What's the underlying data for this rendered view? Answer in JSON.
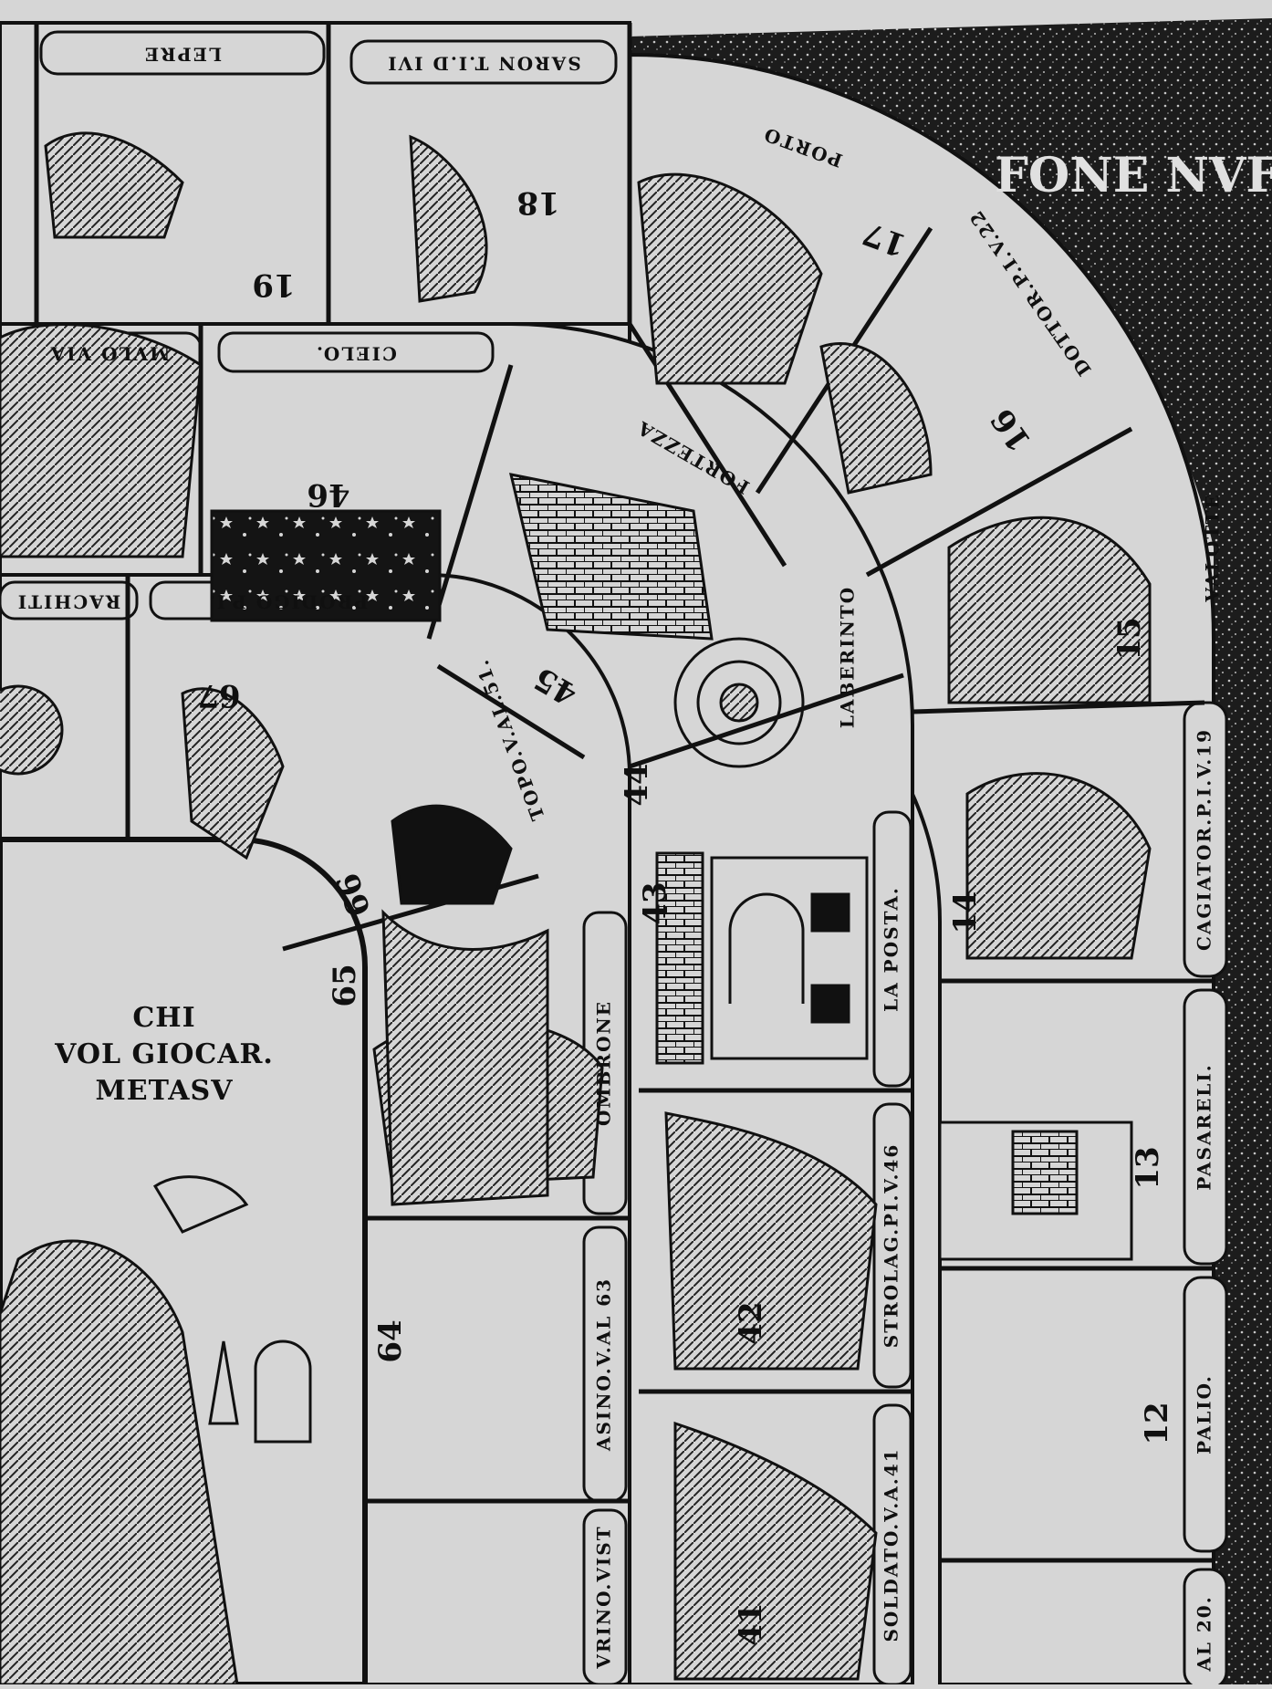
{
  "board": {
    "corner_text": "FONE NVF",
    "inner_text": {
      "line1": "CHI",
      "line2": "VOL GIOCAR.",
      "line3": "METASV"
    }
  },
  "colors": {
    "paper": "#d6d6d6",
    "ink": "#111111"
  },
  "spaces": [
    {
      "id": "lepre",
      "label": "LEPRE",
      "number": ""
    },
    {
      "id": "19",
      "label": "",
      "number": "19"
    },
    {
      "id": "18",
      "label": "SARON T.I.D IVI",
      "number": "18"
    },
    {
      "id": "17",
      "label": "PORTO",
      "number": "17"
    },
    {
      "id": "16",
      "label": "DOTTOR.P.I.V.22",
      "number": "16"
    },
    {
      "id": "15",
      "label": "VALOTTE",
      "number": "15"
    },
    {
      "id": "14",
      "label": "CAGIATOR.P.I.V.19",
      "number": "14"
    },
    {
      "id": "13",
      "label": "PASARELI.",
      "number": "13"
    },
    {
      "id": "12",
      "label": "PALIO.",
      "number": "12"
    },
    {
      "id": "al20",
      "label": "AL 20.",
      "number": ""
    },
    {
      "id": "mulo",
      "label": "MVLO VIA",
      "number": ""
    },
    {
      "id": "cielo",
      "label": "CIELO.",
      "number": "46"
    },
    {
      "id": "fortezza",
      "label": "FORTEZZA",
      "number": "45"
    },
    {
      "id": "labirinto",
      "label": "LABERINTO",
      "number": "44"
    },
    {
      "id": "posta",
      "label": "LA POSTA.",
      "number": "43"
    },
    {
      "id": "astrolago",
      "label": "STROLAG.PI.V.46",
      "number": "42"
    },
    {
      "id": "soldato",
      "label": "SOLDATO.V.A.41",
      "number": "41"
    },
    {
      "id": "rachiti",
      "label": "RACHITI",
      "number": ""
    },
    {
      "id": "prodigo",
      "label": "PRODIGO P.I.",
      "number": "67"
    },
    {
      "id": "topo",
      "label": "TOPO.V.AL.51.",
      "number": "66"
    },
    {
      "id": "ombrone",
      "label": "OMBRONE",
      "number": "65"
    },
    {
      "id": "asino",
      "label": "ASINO.V.AL 63",
      "number": "64"
    },
    {
      "id": "urino",
      "label": "VRINO.VIST",
      "number": ""
    }
  ]
}
